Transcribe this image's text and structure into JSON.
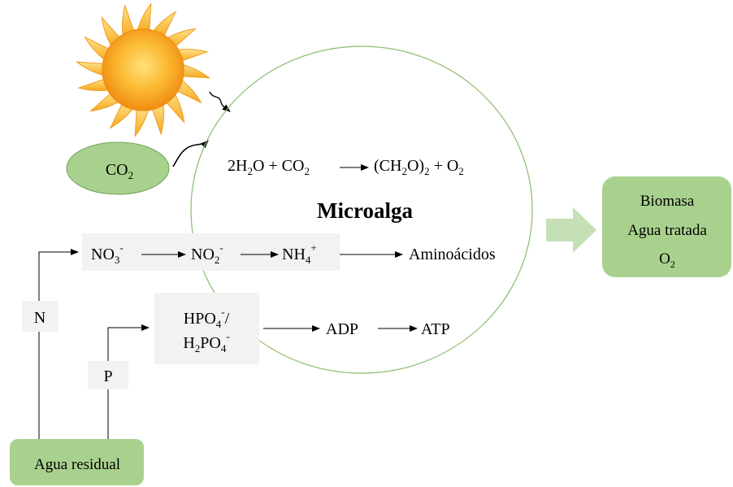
{
  "colors": {
    "green_fill": "#a9d18e",
    "green_light": "#e2f0d9",
    "green_arrow": "#c5e0b4",
    "grey_box": "#f2f2f2",
    "sun_core": "#f7a21b",
    "sun_ray": "#f9c53b"
  },
  "icons": {
    "sun": "sun-icon",
    "incoming_arrow": "curved-arrow-icon",
    "output_arrow": "block-arrow-right-icon"
  },
  "labels": {
    "co2_base": "CO",
    "co2_sub": "2",
    "microalga": "Microalga",
    "n": "N",
    "p": "P",
    "agua_residual": "Agua residual",
    "aminoacidos": "Aminoácidos",
    "adp": "ADP",
    "atp": "ATP"
  },
  "equation": {
    "left_a": "2H",
    "left_a_sub": "2",
    "left_b": "O + CO",
    "left_b_sub": "2",
    "right_a": "(CH",
    "right_a_sub": "2",
    "right_b": "O)",
    "right_b_sub": "2",
    "right_c": " + O",
    "right_c_sub": "2"
  },
  "nitrogen": {
    "no3_base": "NO",
    "no3_sub": "3",
    "no3_sup": "-",
    "no2_base": "NO",
    "no2_sub": "2",
    "no2_sup": "-",
    "nh4_base": "NH",
    "nh4_sub": "4",
    "nh4_sup": "+"
  },
  "phosphate": {
    "line1_base": "HPO",
    "line1_sub": "4",
    "line1_sup": "-",
    "line1_tail": "/",
    "line2_a": "H",
    "line2_a_sub": "2",
    "line2_b": "PO",
    "line2_b_sub": "4",
    "line2_sup": "-"
  },
  "output": {
    "line1": "Biomasa",
    "line2": "Agua tratada",
    "line3_base": "O",
    "line3_sub": "2"
  }
}
